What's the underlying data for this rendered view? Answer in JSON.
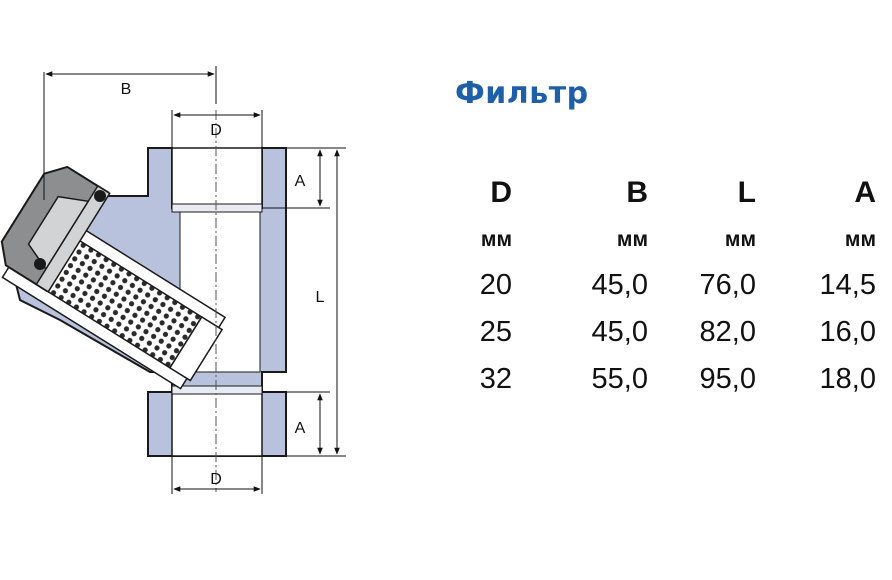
{
  "title": "Фильтр",
  "colors": {
    "title": "#1f5fa8",
    "body": "#b9c2dc",
    "outline": "#1a1a1a",
    "nut": "#8c8e90",
    "nut_light": "#d2d3d4"
  },
  "table": {
    "headers": [
      "D",
      "B",
      "L",
      "A"
    ],
    "units": [
      "мм",
      "мм",
      "мм",
      "мм"
    ],
    "rows": [
      [
        "20",
        "45,0",
        "76,0",
        "14,5"
      ],
      [
        "25",
        "45,0",
        "82,0",
        "16,0"
      ],
      [
        "32",
        "55,0",
        "95,0",
        "18,0"
      ]
    ]
  },
  "drawing": {
    "labels": {
      "B": "B",
      "D_top": "D",
      "D_bottom": "D",
      "A_top": "A",
      "A_bottom": "A",
      "L": "L"
    }
  }
}
